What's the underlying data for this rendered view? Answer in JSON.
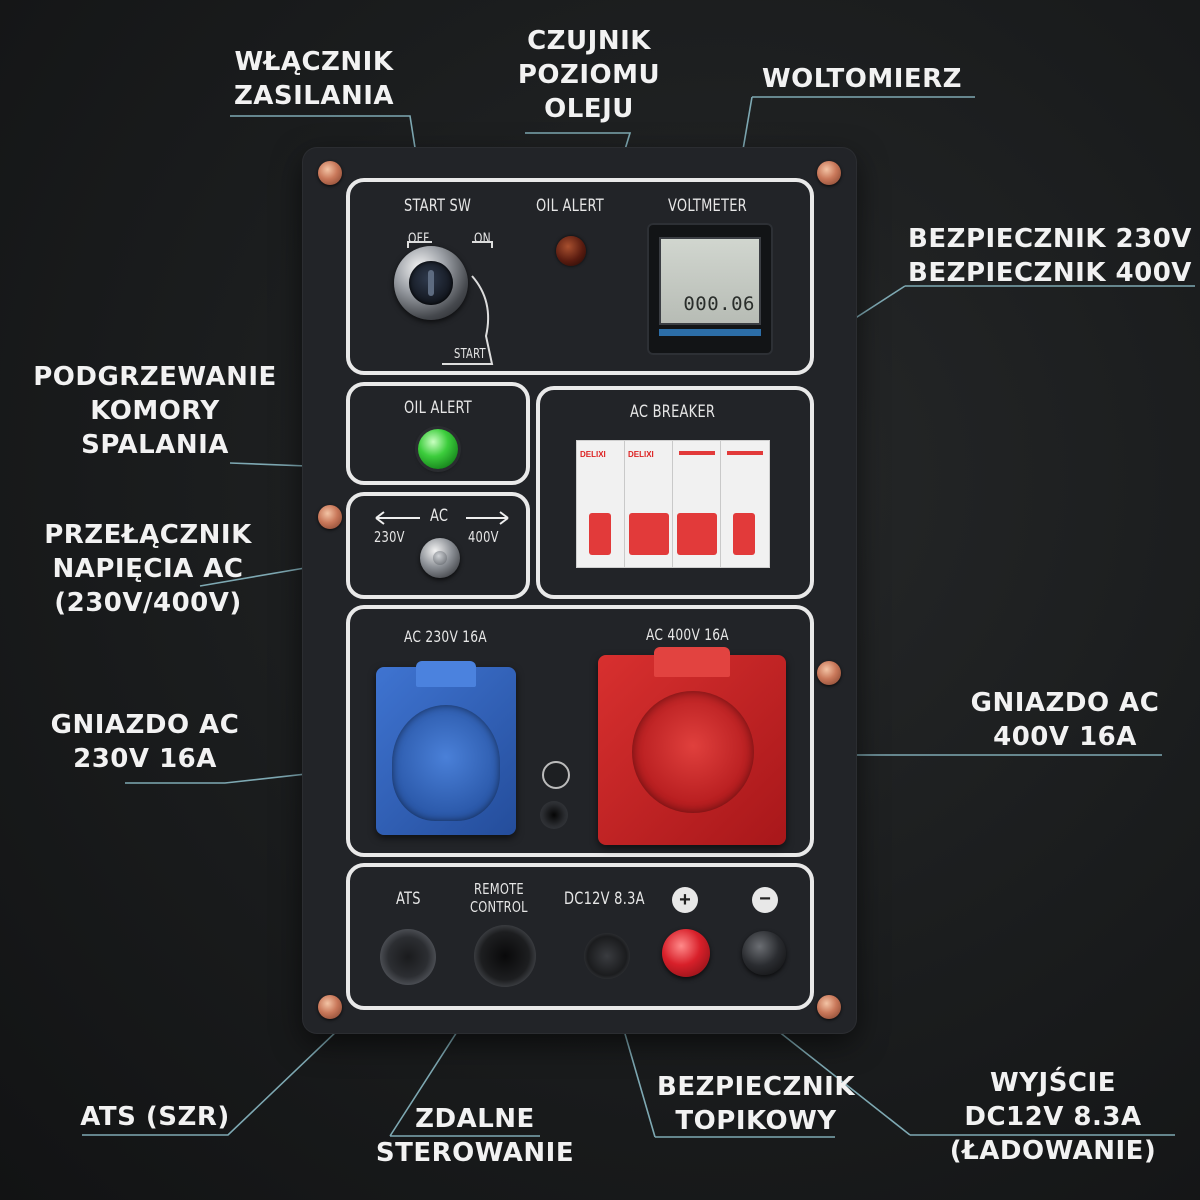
{
  "callouts": {
    "power_switch": [
      "WŁĄCZNIK",
      "ZASILANIA"
    ],
    "oil_sensor": [
      "CZUJNIK",
      "POZIOMU",
      "OLEJU"
    ],
    "voltmeter": [
      "WOLTOMIERZ"
    ],
    "fuses": [
      "BEZPIECZNIK 230V",
      "BEZPIECZNIK 400V"
    ],
    "preheat": [
      "PODGRZEWANIE",
      "KOMORY",
      "SPALANIA"
    ],
    "voltage_switch": [
      "PRZEŁĄCZNIK",
      "NAPIĘCIA AC",
      "(230V/400V)"
    ],
    "socket_230": [
      "GNIAZDO AC",
      "230V 16A"
    ],
    "socket_400": [
      "GNIAZDO AC",
      "400V 16A"
    ],
    "ats": [
      "ATS (SZR)"
    ],
    "remote": [
      "ZDALNE",
      "STEROWANIE"
    ],
    "fuse_dc": [
      "BEZPIECZNIK",
      "TOPIKOWY"
    ],
    "dc_output": [
      "WYJŚCIE",
      "DC12V 8.3A",
      "(ŁADOWANIE)"
    ]
  },
  "panel": {
    "start_sw": "START SW",
    "off": "OFF",
    "on": "ON",
    "start": "START",
    "oil_alert_top": "OIL ALERT",
    "voltmeter": "VOLTMETER",
    "volt_reading": "000.06",
    "oil_alert_mid": "OIL ALERT",
    "ac_breaker": "AC BREAKER",
    "breaker_brand": "DELIXI",
    "ac": "AC",
    "v230": "230V",
    "v400": "400V",
    "socket_230_label": "AC 230V 16A",
    "socket_400_label": "AC 400V 16A",
    "ats": "ATS",
    "remote": [
      "REMOTE",
      "CONTROL"
    ],
    "dc": "DC12V 8.3A",
    "plus": "+",
    "minus": "−"
  },
  "colors": {
    "leader": "#7ea9b3",
    "panel": "#222428",
    "frame": "#e9e9e9",
    "socket_blue": "#2d5fb8",
    "socket_red": "#c42326",
    "lamp_green": "#3ccd3c",
    "breaker_red": "#e23a3a",
    "lcd": "#c7cdc6"
  }
}
